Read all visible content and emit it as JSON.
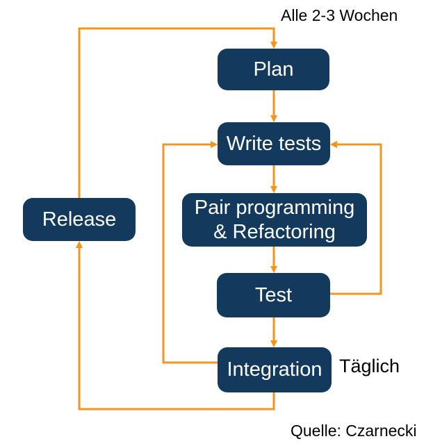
{
  "diagram": {
    "boxes": {
      "plan": "Plan",
      "write_tests": "Write tests",
      "pair_line1": "Pair programming",
      "pair_line2": "& Refactoring",
      "test": "Test",
      "integration": "Integration",
      "release": "Release"
    },
    "annotations": {
      "cycle": "Alle 2-3 Wochen",
      "daily": "Täglich",
      "source": "Quelle: Czarnecki"
    },
    "colors": {
      "box_fill": "#133A5C",
      "box_text": "#FFFFFF",
      "arrow": "#F7941E",
      "label_text": "#000000"
    }
  }
}
